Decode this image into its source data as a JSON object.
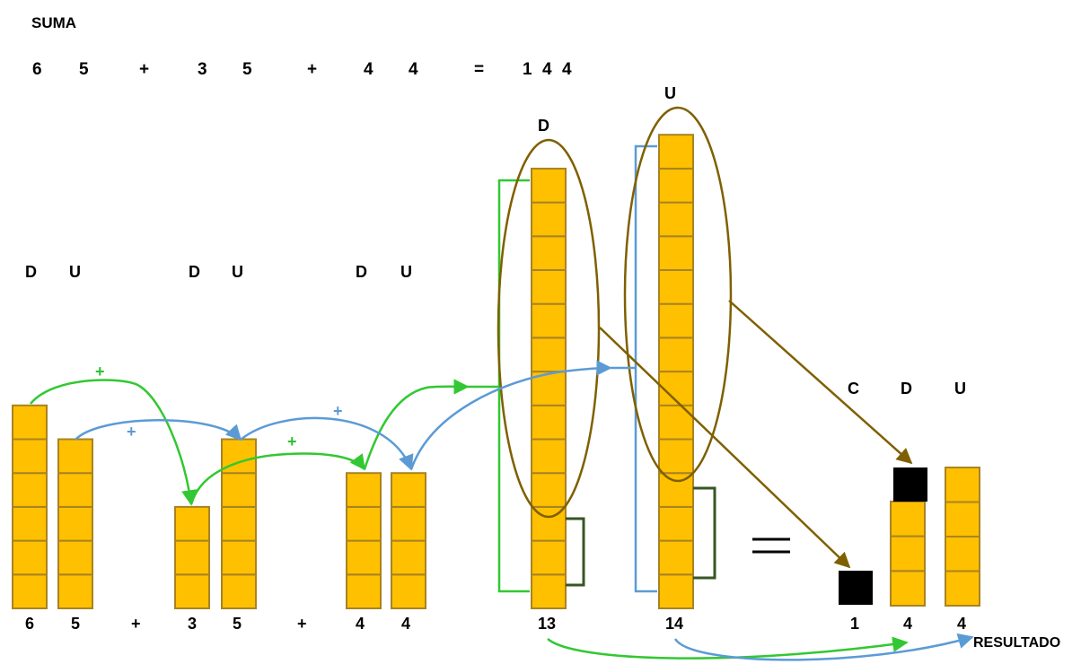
{
  "title": "SUMA",
  "equation": [
    "6",
    "5",
    "+",
    "3",
    "5",
    "+",
    "4",
    "4",
    "=",
    "1",
    "4",
    "4"
  ],
  "place_labels": [
    "D",
    "U",
    "D",
    "U",
    "D",
    "U"
  ],
  "combined_labels": {
    "tens": "D",
    "units": "U"
  },
  "result_place_labels": [
    "C",
    "D",
    "U"
  ],
  "plus_sign": "+",
  "bottom_labels": [
    "6",
    "5",
    "+",
    "3",
    "5",
    "+",
    "4",
    "4",
    "13",
    "14",
    "1",
    "4",
    "4"
  ],
  "result_label": "RESULTADO",
  "colors": {
    "block": "#ffc000",
    "block_border": "#a98322",
    "tens_arrow": "#32c832",
    "units_arrow": "#5b9bd5",
    "ellipse": "#7f6000",
    "bracket": "#375623"
  }
}
